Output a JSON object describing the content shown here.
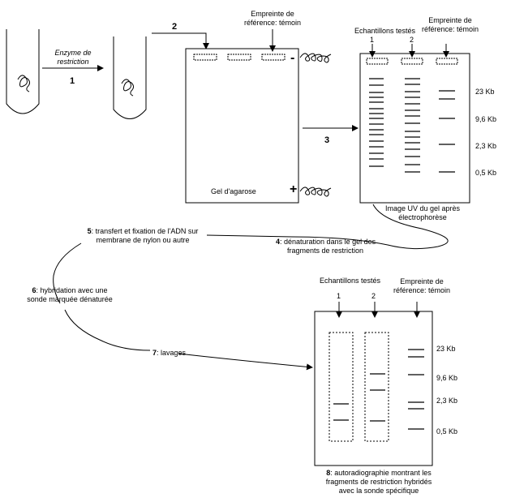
{
  "step1": {
    "enzyme": "Enzyme de",
    "restriction": "restriction",
    "number": "1"
  },
  "step2": {
    "number": "2"
  },
  "step3": {
    "number": "3"
  },
  "gel1": {
    "empreinte_line1": "Empreinte de",
    "empreinte_line2": "référence: témoin",
    "minus": "-",
    "plus": "+",
    "caption": "Gel d'agarose"
  },
  "gel2": {
    "echantillons": "Echantillons testés",
    "lane1": "1",
    "lane2": "2",
    "empreinte_line1": "Empreinte de",
    "empreinte_line2": "référence: témoin",
    "sizes": [
      "23 Kb",
      "9,6 Kb",
      "2,3 Kb",
      "0,5 Kb"
    ],
    "caption_line1": "Image UV du gel après",
    "caption_line2": "électrophorèse"
  },
  "step4": {
    "number": "4",
    "line1": ": dénaturation dans le gel des",
    "line2": "fragments de restriction"
  },
  "step5": {
    "number": "5",
    "line1": ": transfert et fixation de l'ADN sur",
    "line2": "membrane de nylon ou autre"
  },
  "step6": {
    "number": "6",
    "line1": ": hybridation avec une",
    "line2": "sonde marquée dénaturée"
  },
  "step7": {
    "number": "7",
    "text": ": lavages"
  },
  "membrane": {
    "echantillons": "Echantillons testés",
    "lane1": "1",
    "lane2": "2",
    "empreinte_line1": "Empreinte de",
    "empreinte_line2": "référence: témoin",
    "sizes": [
      "23 Kb",
      "9,6 Kb",
      "2,3 Kb",
      "0,5 Kb"
    ]
  },
  "step8": {
    "number": "8",
    "line1": ": autoradiographie montrant  les",
    "line2": "fragments de restriction hybridés",
    "line3": "avec la sonde spécifique"
  }
}
